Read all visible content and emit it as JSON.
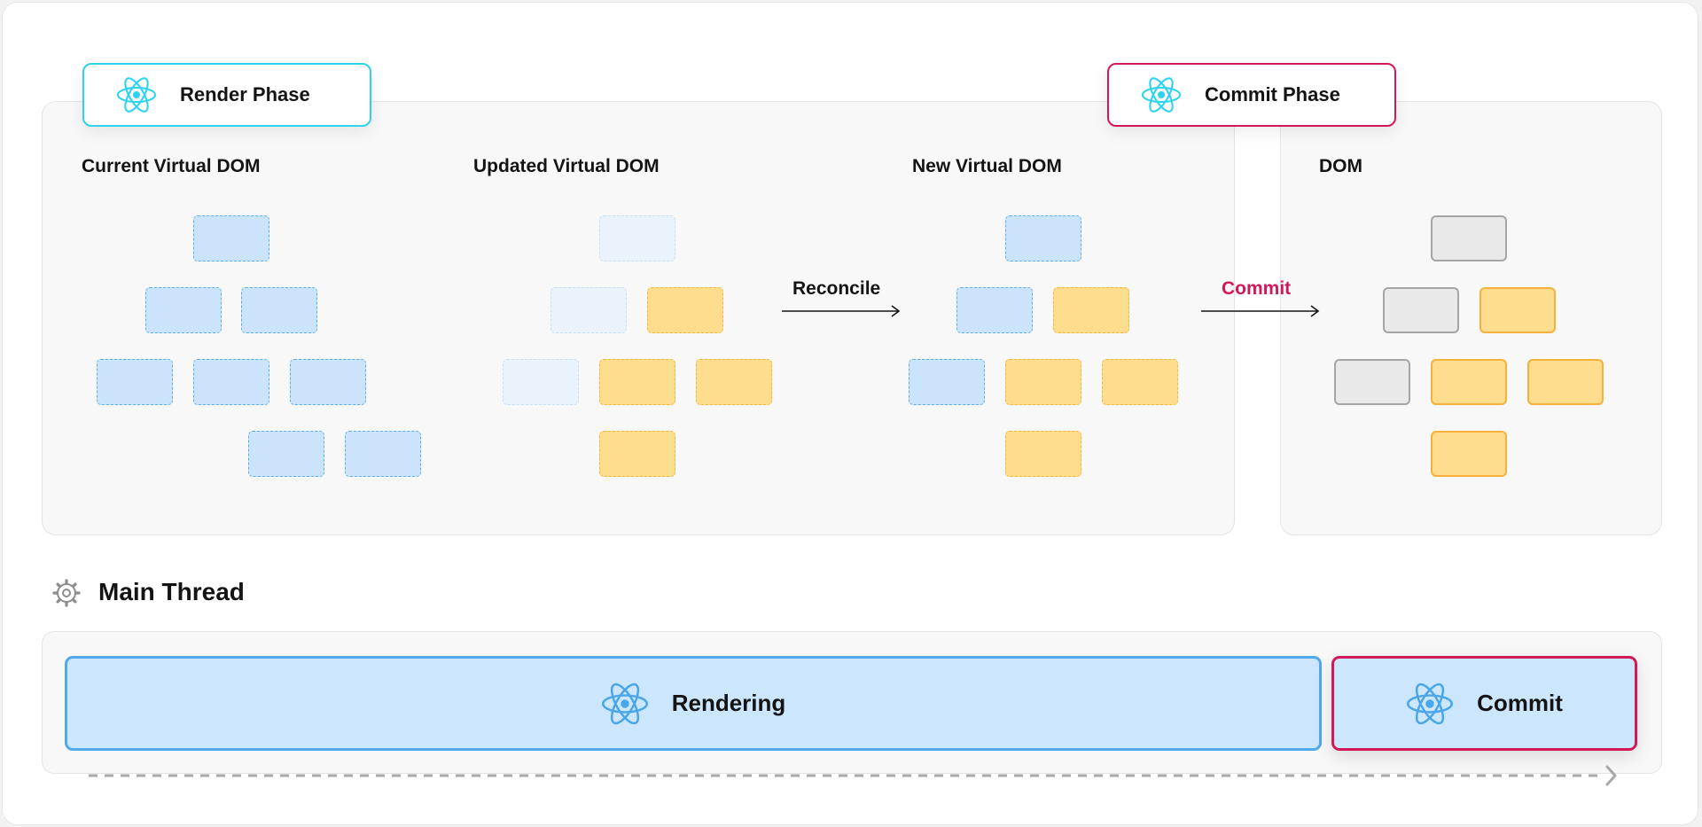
{
  "render_phase": {
    "label": "Render Phase",
    "icon": "react-atom-icon",
    "border_color": "#2fd2ef"
  },
  "commit_phase": {
    "label": "Commit Phase",
    "icon": "react-atom-icon",
    "border_color": "#d1195a"
  },
  "trees": {
    "current": {
      "title": "Current Virtual DOM"
    },
    "updated": {
      "title": "Updated Virtual DOM"
    },
    "new": {
      "title": "New Virtual DOM"
    },
    "dom": {
      "title": "DOM"
    }
  },
  "arrows": {
    "reconcile": {
      "label": "Reconcile",
      "color": "#141414"
    },
    "commit": {
      "label": "Commit",
      "color": "#d1195a"
    }
  },
  "main_thread": {
    "title": "Main Thread",
    "icon": "gear-icon",
    "rendering_label": "Rendering",
    "commit_label": "Commit"
  },
  "colors": {
    "unchanged_node": "#cce4fb",
    "changed_node": "#fedd8e",
    "dom_node": "#e9e9e9",
    "react_blue": "#4aa6ea",
    "accent_pink": "#d1195a"
  }
}
